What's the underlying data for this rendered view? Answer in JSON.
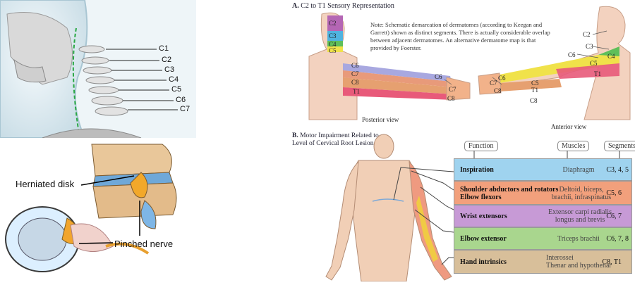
{
  "cervical": {
    "labels": [
      "C1",
      "C2",
      "C3",
      "C4",
      "C5",
      "C6",
      "C7"
    ]
  },
  "herniation": {
    "disk_label": "Herniated disk",
    "nerve_label": "Pinched nerve"
  },
  "sensory": {
    "title_letter": "A.",
    "title": "C2 to T1 Sensory Representation",
    "note": "Note: Schematic demarcation of dermatomes (according to Keegan and Garrett) shown as distinct segments. There is actually considerable overlap between adjacent dermatomes. An alternative dermatome map is that provided by Foerster.",
    "posterior_caption": "Posterior view",
    "anterior_caption": "Anterior view",
    "posterior_labels": [
      "C2",
      "C3",
      "C4",
      "C5",
      "C6",
      "C7",
      "C8",
      "T1",
      "C6",
      "C7",
      "C8"
    ],
    "anterior_labels": [
      "C2",
      "C3",
      "C4",
      "C5",
      "C6",
      "T1",
      "C6",
      "C7",
      "C8",
      "C5",
      "T1",
      "C8"
    ],
    "colors": {
      "C2": "#b466b4",
      "C3": "#4fb3e0",
      "C4": "#5fbf5a",
      "C5": "#f0e24a",
      "C6": "#a8a8e0",
      "C7": "#e89a7a",
      "C8": "#e6a070",
      "T1": "#e85a7a"
    }
  },
  "motor": {
    "title_letter": "B.",
    "title_line1": "Motor Impairment Related to",
    "title_line2": "Level of Cervical Root Lesion",
    "headers": {
      "function": "Function",
      "muscles": "Muscles",
      "segments": "Segments"
    },
    "rows": [
      {
        "function": [
          "Inspiration"
        ],
        "muscles": [
          "Diaphragm"
        ],
        "segments": "C3, 4, 5",
        "color": "#9fd3ef"
      },
      {
        "function": [
          "Shoulder abductors and rotators",
          "Elbow flexors"
        ],
        "muscles": [
          "Deltoid, biceps,",
          "brachii, infraspinatus"
        ],
        "segments": "C5, 6",
        "color": "#f2a07c"
      },
      {
        "function": [
          "Wrist extensors"
        ],
        "muscles": [
          "Extensor carpi radialis",
          "longus and brevis"
        ],
        "segments": "C6, 7",
        "color": "#c79ad6"
      },
      {
        "function": [
          "Elbow extensor"
        ],
        "muscles": [
          "Triceps brachii"
        ],
        "segments": "C6, 7, 8",
        "color": "#a9d68e"
      },
      {
        "function": [
          "Hand intrinsics"
        ],
        "muscles": [
          "Interossei",
          "Thenar and hypothenar"
        ],
        "segments": "C8, T1",
        "color": "#d8bf9a"
      }
    ]
  }
}
